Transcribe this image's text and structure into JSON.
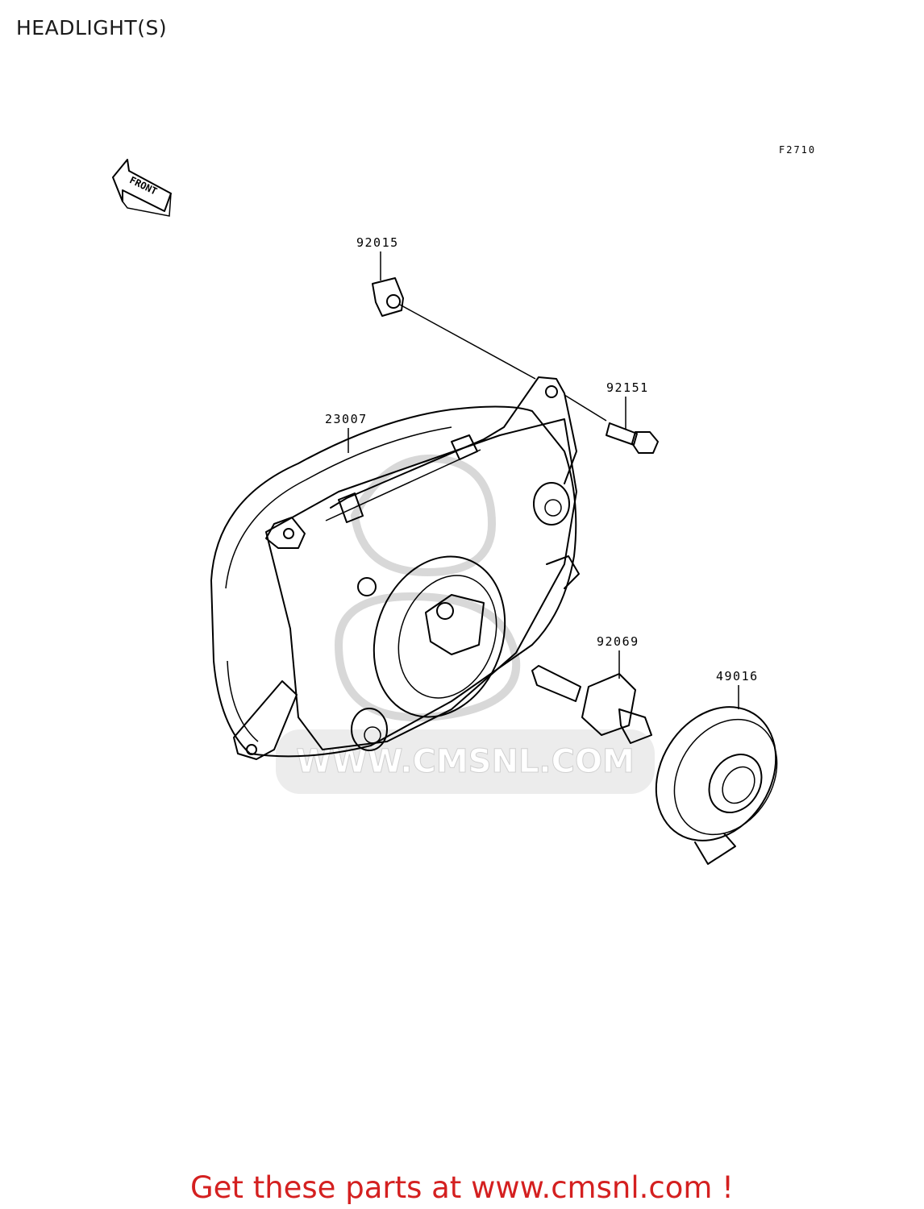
{
  "title": "HEADLIGHT(S)",
  "figure_code": "F2710",
  "front_marker": "FRONT",
  "parts": [
    {
      "number": "92015"
    },
    {
      "number": "92151"
    },
    {
      "number": "23007"
    },
    {
      "number": "92069"
    },
    {
      "number": "49016"
    }
  ],
  "watermark": "WWW.CMSNL.COM",
  "footer": "Get these parts at www.cmsnl.com !",
  "colors": {
    "footer_text": "#d42020",
    "watermark": "#d8d8d8",
    "line": "#000000"
  }
}
